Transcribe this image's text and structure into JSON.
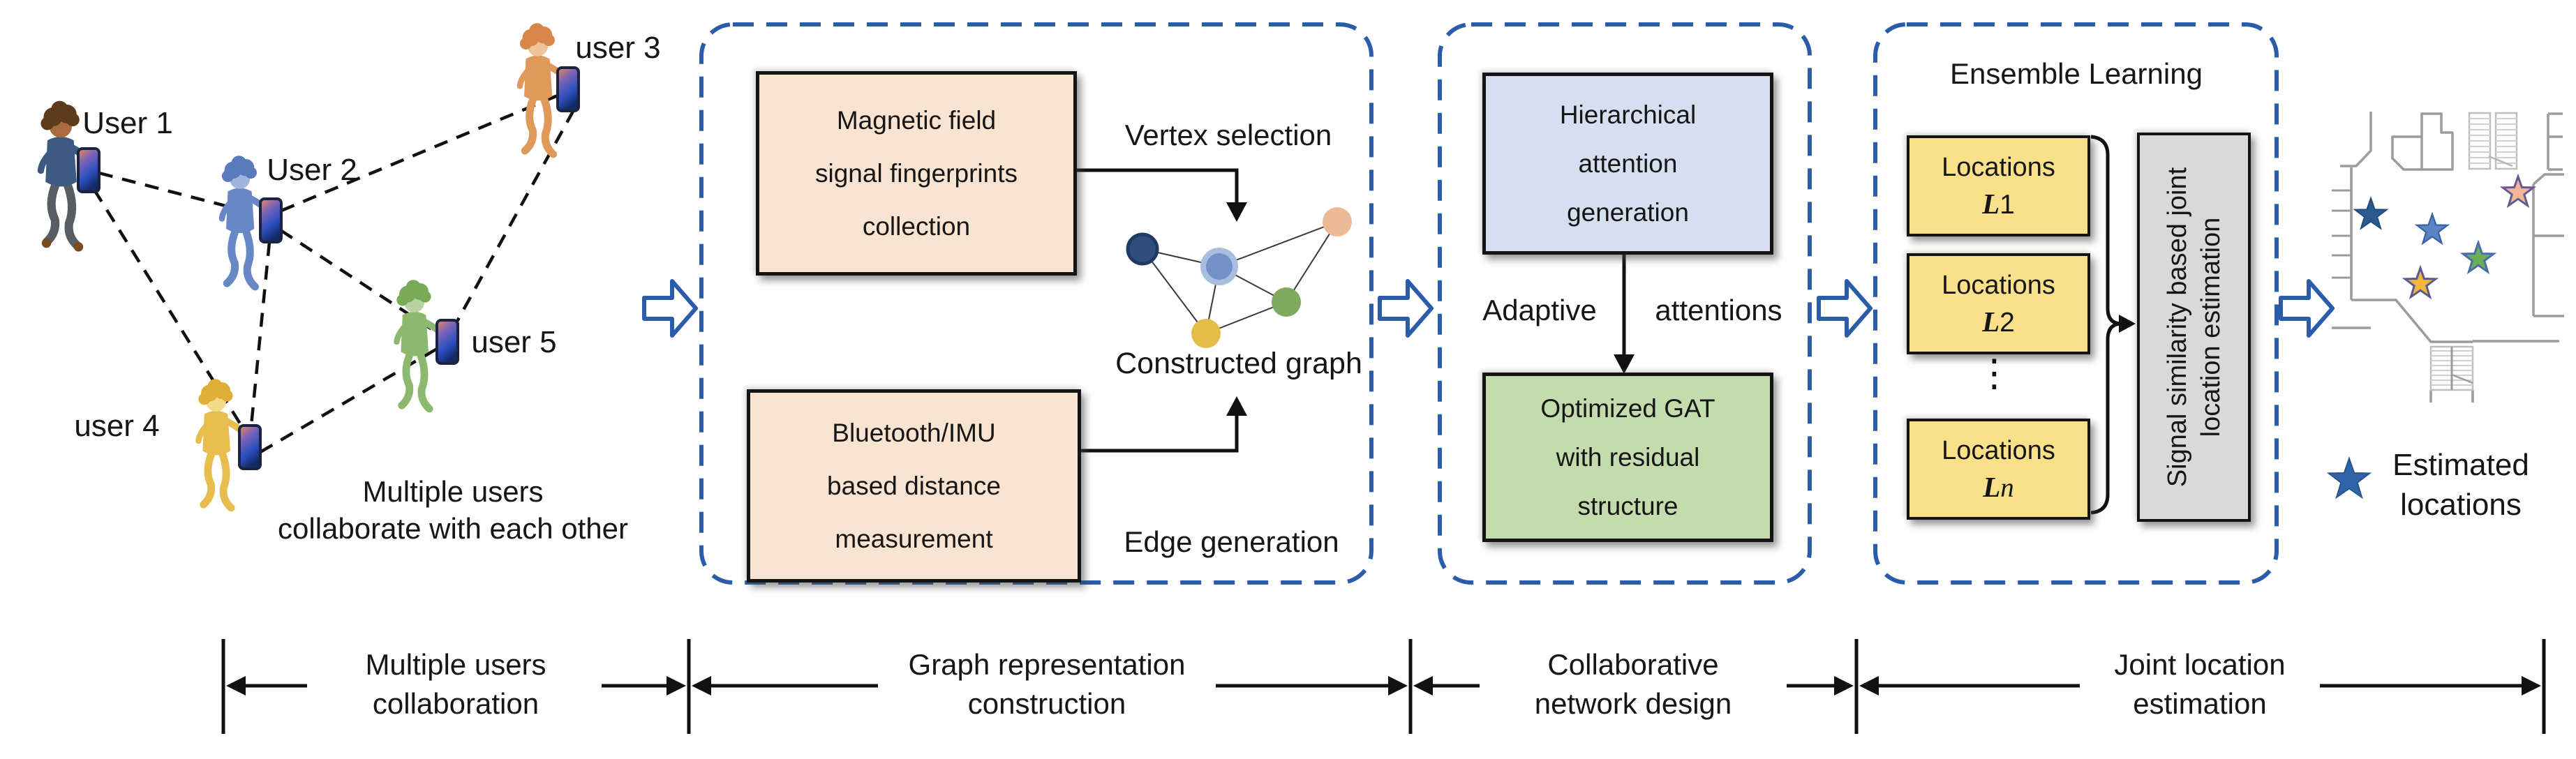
{
  "users_section": {
    "users": [
      {
        "label": "User 1"
      },
      {
        "label": "User 2"
      },
      {
        "label": "user 3"
      },
      {
        "label": "user 4"
      },
      {
        "label": "user 5"
      }
    ],
    "caption_line1": "Multiple users",
    "caption_line2": "collaborate with each other"
  },
  "graph_panel": {
    "box_magnetic_lines": [
      "Magnetic field",
      "signal fingerprints",
      "collection"
    ],
    "box_bluetooth_lines": [
      "Bluetooth/IMU",
      "based distance",
      "measurement"
    ],
    "vertex_label": "Vertex selection",
    "edge_label": "Edge generation",
    "graph_caption": "Constructed graph"
  },
  "network_panel": {
    "box_hierarchical_lines": [
      "Hierarchical",
      "attention",
      "generation"
    ],
    "box_gat_lines": [
      "Optimized GAT",
      "with residual",
      "structure"
    ],
    "arrow_word_left": "Adaptive",
    "arrow_word_right": "attentions"
  },
  "ensemble_panel": {
    "title": "Ensemble Learning",
    "location_boxes": [
      {
        "line1": "Locations",
        "sym": "L",
        "num": "1"
      },
      {
        "line1": "Locations",
        "sym": "L",
        "num": "2"
      },
      {
        "line1": "Locations",
        "sym": "L",
        "num": "n"
      }
    ],
    "dots": "⋮",
    "gray_box_line1": "Signal similarity based joint",
    "gray_box_line2": "location estimation"
  },
  "map_section": {
    "legend_line1": "Estimated",
    "legend_line2": "locations",
    "star_colors": {
      "dark_blue": "#2b5a8f",
      "blue": "#5b84c4",
      "orange": "#f3b893",
      "green": "#6caf55",
      "yellow": "#f2b53d",
      "legend": "#2f64a8"
    }
  },
  "bottom_axis": {
    "segments": [
      {
        "line1": "Multiple users",
        "line2": "collaboration"
      },
      {
        "line1": "Graph representation",
        "line2": "construction"
      },
      {
        "line1": "Collaborative",
        "line2": "network design"
      },
      {
        "line1": "Joint location",
        "line2": "estimation"
      }
    ]
  },
  "icons": {
    "phone": "smartphone-icon",
    "person": "walking-person-icon",
    "star": "star-icon",
    "flow_arrow": "block-arrow-icon"
  },
  "colors": {
    "panel_dash_border": "#2a5caa",
    "block_arrow_outline": "#2a5caa",
    "magnetic_box_fill": "#f9e3d1",
    "hierarchical_box_fill": "#d5dff0",
    "gat_box_fill": "#c4dcad",
    "locations_box_fill": "#fbe08a",
    "gray_box_fill": "#d9d9d9",
    "node_dark_blue": "#2d4e7e",
    "node_light_blue": "#7292c7",
    "node_peach": "#edba96",
    "node_green": "#80aa5e",
    "node_yellow": "#e4bc4a",
    "map_wall": "#9c9c9c",
    "text": "#161616"
  }
}
